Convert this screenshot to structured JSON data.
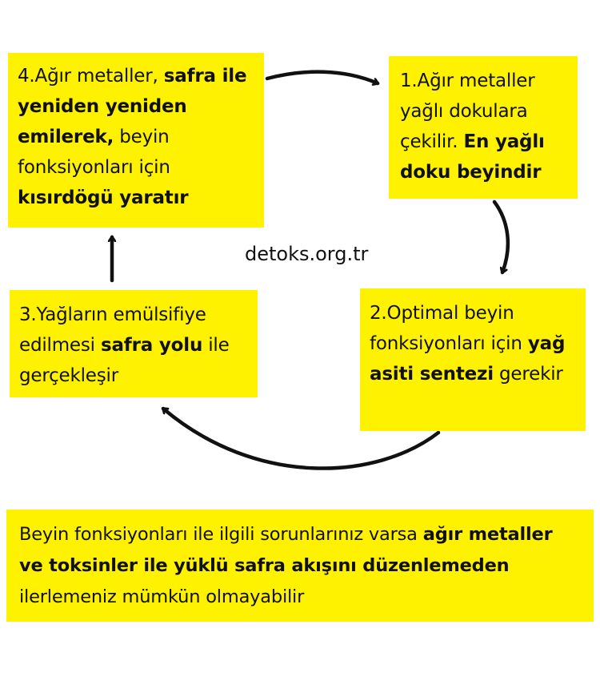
{
  "colors": {
    "box": "#fff200",
    "text": "#111111",
    "arrow": "#111111"
  },
  "credit": "detoks.org.tr",
  "steps": [
    {
      "id": "box1",
      "parts": [
        {
          "t": "1.Ağır metaller yağlı dokulara çekilir. ",
          "b": false
        },
        {
          "t": "En yağlı doku beyindir",
          "b": true
        }
      ]
    },
    {
      "id": "box2",
      "parts": [
        {
          "t": "2.Optimal beyin fonksiyonları için ",
          "b": false
        },
        {
          "t": "yağ asiti sentezi",
          "b": true
        },
        {
          "t": " gerekir",
          "b": false
        }
      ]
    },
    {
      "id": "box3",
      "parts": [
        {
          "t": "3.Yağların emülsifiye edilmesi ",
          "b": false
        },
        {
          "t": "safra yolu",
          "b": true
        },
        {
          "t": " ile gerçekleşir",
          "b": false
        }
      ]
    },
    {
      "id": "box4",
      "parts": [
        {
          "t": "4.Ağır metaller, ",
          "b": false
        },
        {
          "t": "safra ile yeniden yeniden emilerek,",
          "b": true
        },
        {
          "t": " beyin fonksiyonları için ",
          "b": false
        },
        {
          "t": "kısırdögü yaratır",
          "b": true
        }
      ]
    }
  ],
  "note": {
    "parts": [
      {
        "t": "Beyin fonksiyonları ile ilgili sorunlarınız varsa ",
        "b": false
      },
      {
        "t": "ağır metaller ve toksinler ile yüklü safra akışını düzenlemeden",
        "b": true
      },
      {
        "t": " ilerlemeniz mümkün olmayabilir",
        "b": false
      }
    ]
  }
}
